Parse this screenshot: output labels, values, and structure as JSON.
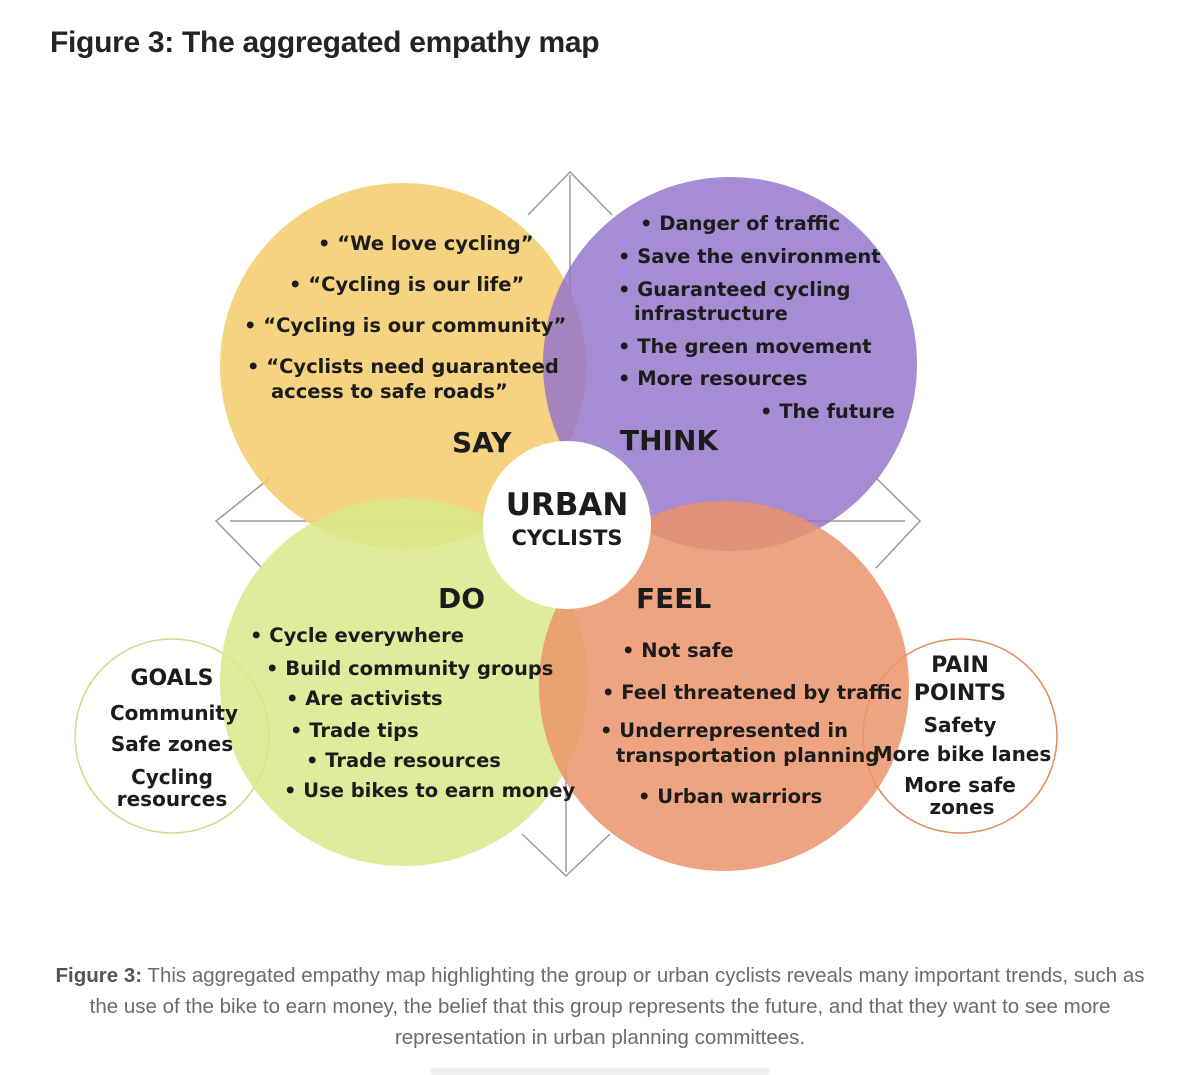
{
  "figure": {
    "heading": "Figure 3: The aggregated empathy map"
  },
  "center": {
    "line1": "URBAN",
    "line2": "CYCLISTS"
  },
  "quadrants": {
    "say": {
      "label": "SAY",
      "color": "#f5cd6e",
      "items": [
        "• “We love cycling”",
        "• “Cycling is our life”",
        "• “Cycling is our community”",
        "• “Cyclists need guaranteed",
        "access to safe roads”"
      ]
    },
    "think": {
      "label": "THINK",
      "color": "#9173c9",
      "items": [
        "• Danger of traffic",
        "• Save the environment",
        "• Guaranteed cycling",
        "infrastructure",
        "• The green movement",
        "• More resources",
        "• The future"
      ]
    },
    "do": {
      "label": "DO",
      "color": "#d8e98a",
      "items": [
        "• Cycle everywhere",
        "• Build community groups",
        "• Are activists",
        "• Trade tips",
        "• Trade resources",
        "• Use bikes to earn money"
      ]
    },
    "feel": {
      "label": "FEEL",
      "color": "#eb946a",
      "items": [
        "• Not safe",
        "• Feel threatened by traffic",
        "• Underrepresented in",
        "transportation planning",
        "• Urban warriors"
      ]
    }
  },
  "goals": {
    "title": "GOALS",
    "items": [
      "Community",
      "Safe zones",
      "Cycling",
      "resources"
    ],
    "border_color": "#c9dc8a"
  },
  "pain_points": {
    "title_line1": "PAIN",
    "title_line2": "POINTS",
    "items": [
      "Safety",
      "More bike lanes",
      "More safe",
      "zones"
    ],
    "border_color": "#e28a5c"
  },
  "caption": {
    "lead": "Figure 3:",
    "text": " This aggregated empathy map highlighting the group or urban cyclists reveals many important trends, such as the use of the bike to earn money, the belief that this group represents the future, and that they want to see more representation in urban planning committees."
  }
}
